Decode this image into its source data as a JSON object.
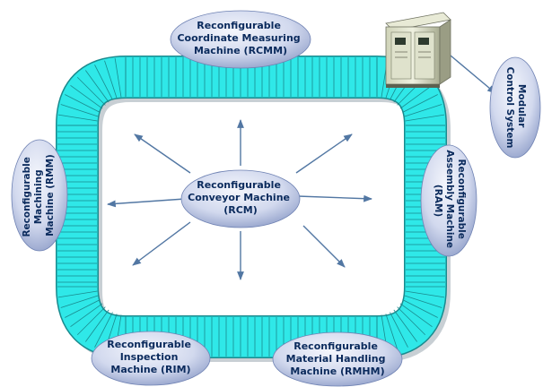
{
  "colors": {
    "conveyor_fill": "#2fe8e8",
    "conveyor_line": "#1a8a8e",
    "conveyor_shadow": "#9aa7b0",
    "oval_fill": "#c4cde6",
    "oval_edge": "#6f82b3",
    "text": "#0a2a5c",
    "arrow": "#5277a3"
  },
  "icons": {
    "cabinet": "control-cabinet-icon"
  },
  "nodes": {
    "rcmm": {
      "lines": [
        "Reconfigurable",
        "Coordinate Measuring",
        "Machine (RCMM)"
      ]
    },
    "rcm": {
      "lines": [
        "Reconfigurable",
        "Conveyor Machine",
        "(RCM)"
      ]
    },
    "rmm": {
      "lines": [
        "Reconfigurable",
        "Machining",
        "Machine (RMM)"
      ]
    },
    "ram": {
      "lines": [
        "Reconfigurable",
        "Assembly Machine",
        "(RAM)"
      ]
    },
    "rim": {
      "lines": [
        "Reconfigurable",
        "Inspection",
        "Machine (RIM)"
      ]
    },
    "rmhm": {
      "lines": [
        "Reconfigurable",
        "Material Handling",
        "Machine (RMHM)"
      ]
    },
    "modular": {
      "lines": [
        "Modular",
        "Control System"
      ]
    }
  }
}
